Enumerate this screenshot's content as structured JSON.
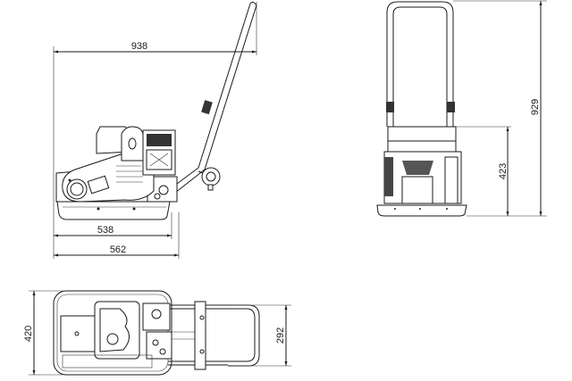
{
  "drawing": {
    "subject": "plate compactor",
    "views": [
      {
        "name": "side-view",
        "dimensions": {
          "overall_length": "938",
          "plate_length": "538",
          "base_length": "562"
        }
      },
      {
        "name": "front-view",
        "dimensions": {
          "overall_height": "929",
          "engine_height": "423"
        }
      },
      {
        "name": "top-view",
        "dimensions": {
          "plate_width": "420",
          "handle_width": "292"
        }
      }
    ],
    "units": "mm"
  },
  "labels": {
    "dim_938": "938",
    "dim_538": "538",
    "dim_562": "562",
    "dim_929": "929",
    "dim_423": "423",
    "dim_420": "420",
    "dim_292": "292"
  }
}
